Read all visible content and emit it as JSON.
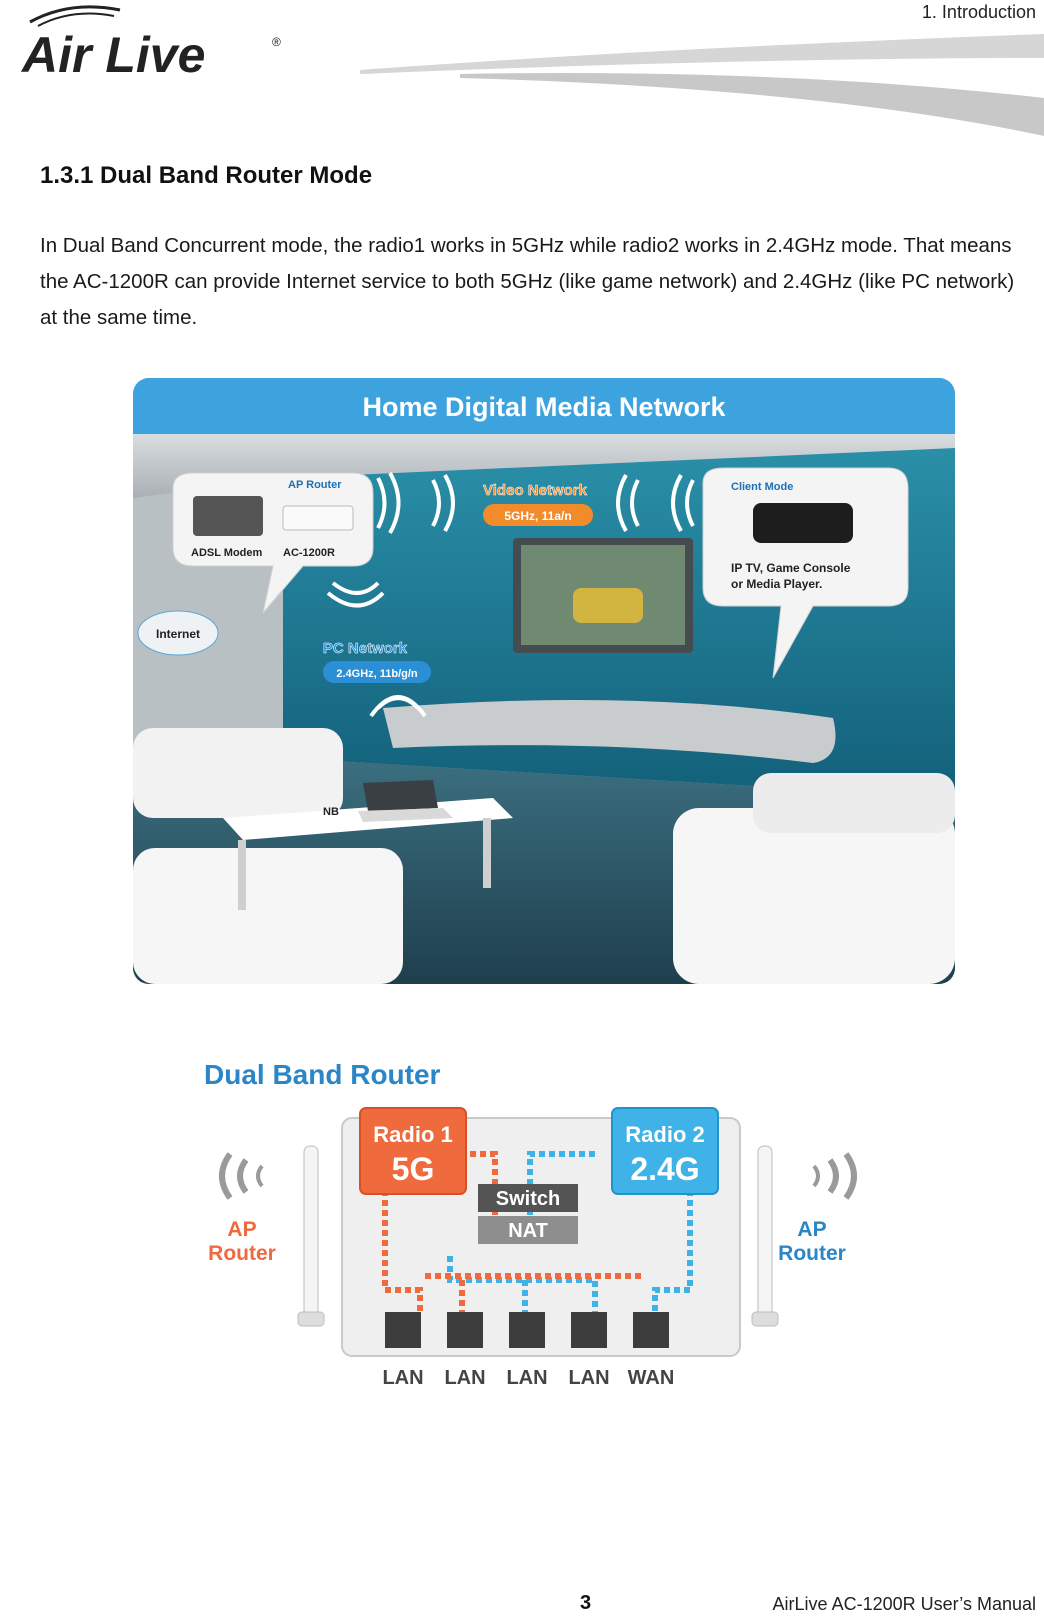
{
  "header": {
    "chapter": "1.  Introduction",
    "logo_text": "Air Live"
  },
  "section": {
    "title": "1.3.1 Dual Band Router Mode",
    "paragraph": "In Dual Band Concurrent mode, the radio1 works in 5GHz while radio2 works in 2.4GHz mode.    That means the AC-1200R can provide Internet service to both 5GHz (like game network) and 2.4GHz (like PC network) at the same time."
  },
  "figure1": {
    "title": "Home Digital Media Network",
    "ap_router_label": "AP Router",
    "adsl_modem_label": "ADSL Modem",
    "device_label": "AC-1200R",
    "video_network_label": "Video Network",
    "video_network_spec": "5GHz, 11a/n",
    "client_mode_label": "Client Mode",
    "client_device_text_1": "IP TV, Game Console",
    "client_device_text_2": "or Media Player.",
    "internet_label": "Internet",
    "pc_network_label": "PC Network",
    "pc_network_spec": "2.4GHz, 11b/g/n",
    "nb_label": "NB"
  },
  "figure2": {
    "title": "Dual Band Router",
    "radio1_label": "Radio 1",
    "radio1_band": "5G",
    "radio2_label": "Radio 2",
    "radio2_band": "2.4G",
    "switch_label": "Switch",
    "nat_label": "NAT",
    "left_label_1": "AP",
    "left_label_2": "Router",
    "right_label_1": "AP",
    "right_label_2": "Router",
    "ports": [
      "LAN",
      "LAN",
      "LAN",
      "LAN",
      "WAN"
    ],
    "colors": {
      "radio1": "#ef6a3c",
      "radio2": "#3fb2e8",
      "title": "#2a86c7"
    }
  },
  "footer": {
    "page_number": "3",
    "manual_title": "AirLive AC-1200R User’s Manual"
  }
}
